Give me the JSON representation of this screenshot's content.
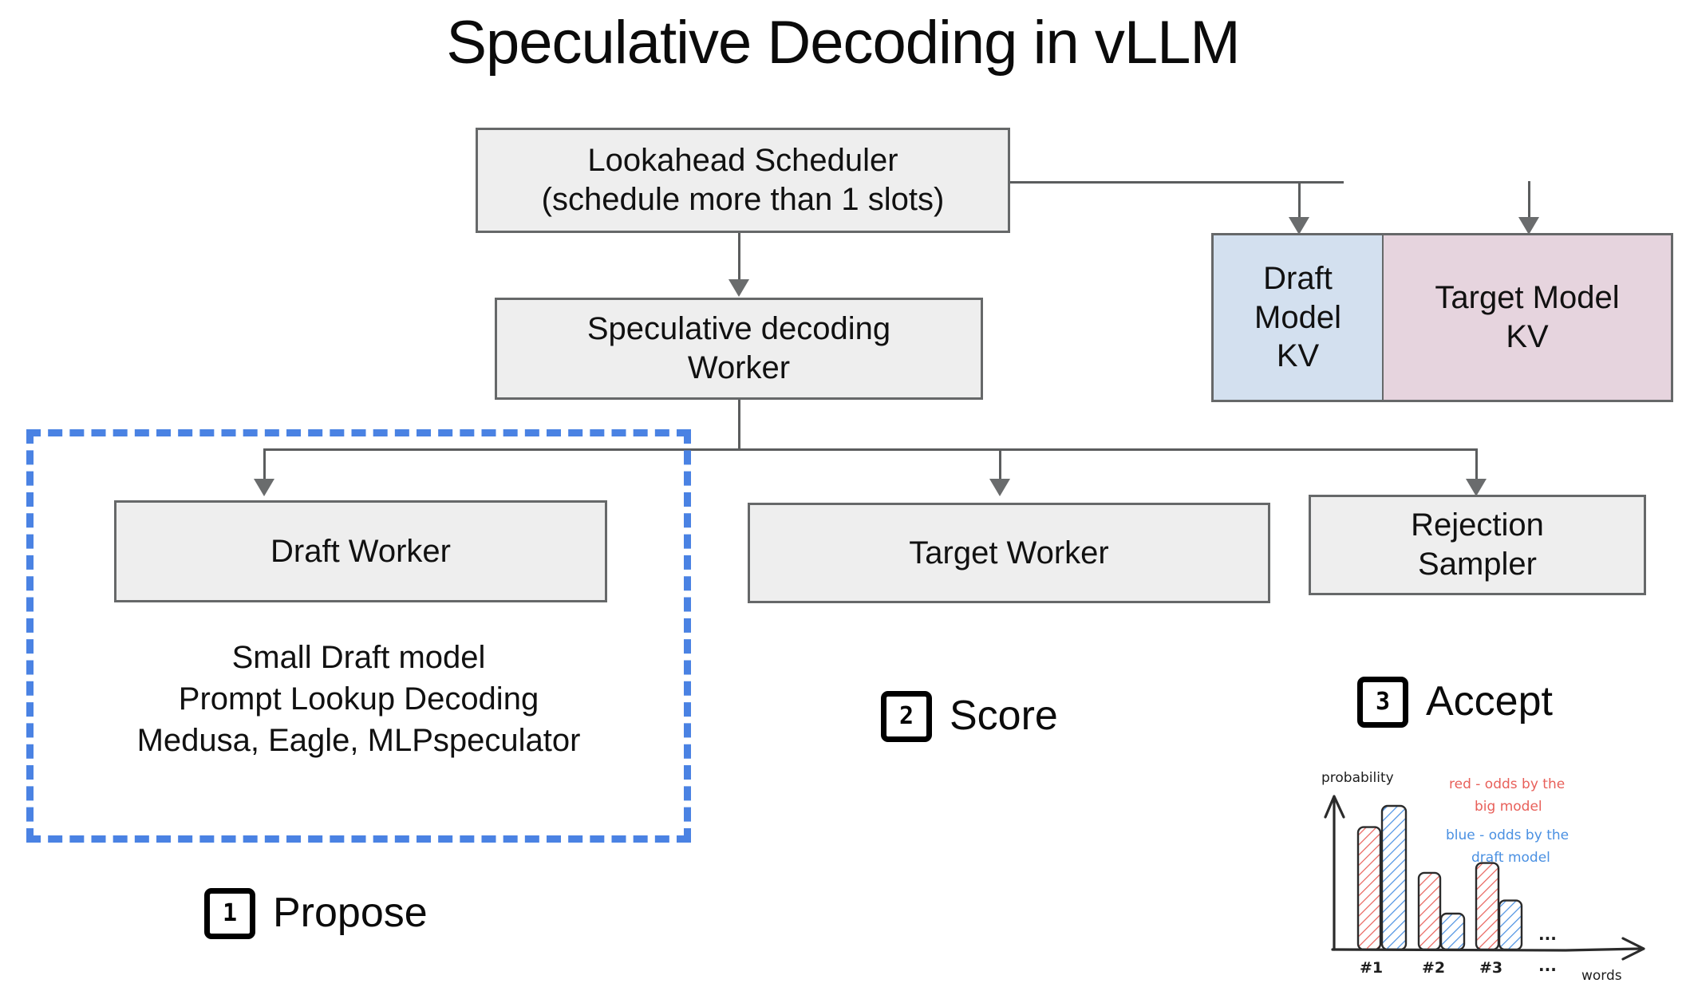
{
  "title": "Speculative Decoding in vLLM",
  "nodes": {
    "scheduler": "Lookahead Scheduler\n(schedule more than 1 slots)",
    "spec_worker": "Speculative decoding\nWorker",
    "draft_kv": "Draft\nModel\nKV",
    "target_kv": "Target Model\nKV",
    "draft_worker": "Draft Worker",
    "target_worker": "Target Worker",
    "rejection_sampler": "Rejection\nSampler"
  },
  "draft_note": "Small Draft model\nPrompt Lookup Decoding\nMedusa, Eagle, MLPspeculator",
  "steps": [
    {
      "number": "1",
      "label": "Propose"
    },
    {
      "number": "2",
      "label": "Score"
    },
    {
      "number": "3",
      "label": "Accept"
    }
  ],
  "colors": {
    "box_fill": "#eeeeee",
    "box_stroke": "#666869",
    "draft_kv_fill": "#d3e0ef",
    "target_kv_fill": "#e6d4de",
    "dashed_accent": "#4a82e3",
    "chart_red": "#e8605a",
    "chart_blue": "#4a90e2",
    "connector": "#5b5d5e"
  },
  "chart_data": {
    "type": "bar",
    "title": "",
    "xlabel": "words",
    "ylabel": "probability",
    "categories": [
      "#1",
      "#2",
      "#3"
    ],
    "trailing_ticks": "...",
    "ylim": [
      0,
      1
    ],
    "grid": false,
    "legend_position": "upper-right",
    "series": [
      {
        "name": "red - odds by the big model",
        "color": "#e8605a",
        "values": [
          0.75,
          0.47,
          0.53
        ]
      },
      {
        "name": "blue - odds by the draft model",
        "color": "#4a90e2",
        "values": [
          0.88,
          0.22,
          0.3
        ]
      }
    ],
    "legend": [
      {
        "line1": "red - odds by the",
        "line2": "big model",
        "color": "#e8605a"
      },
      {
        "line1": "blue - odds by the",
        "line2": "draft model",
        "color": "#4a90e2"
      }
    ]
  }
}
